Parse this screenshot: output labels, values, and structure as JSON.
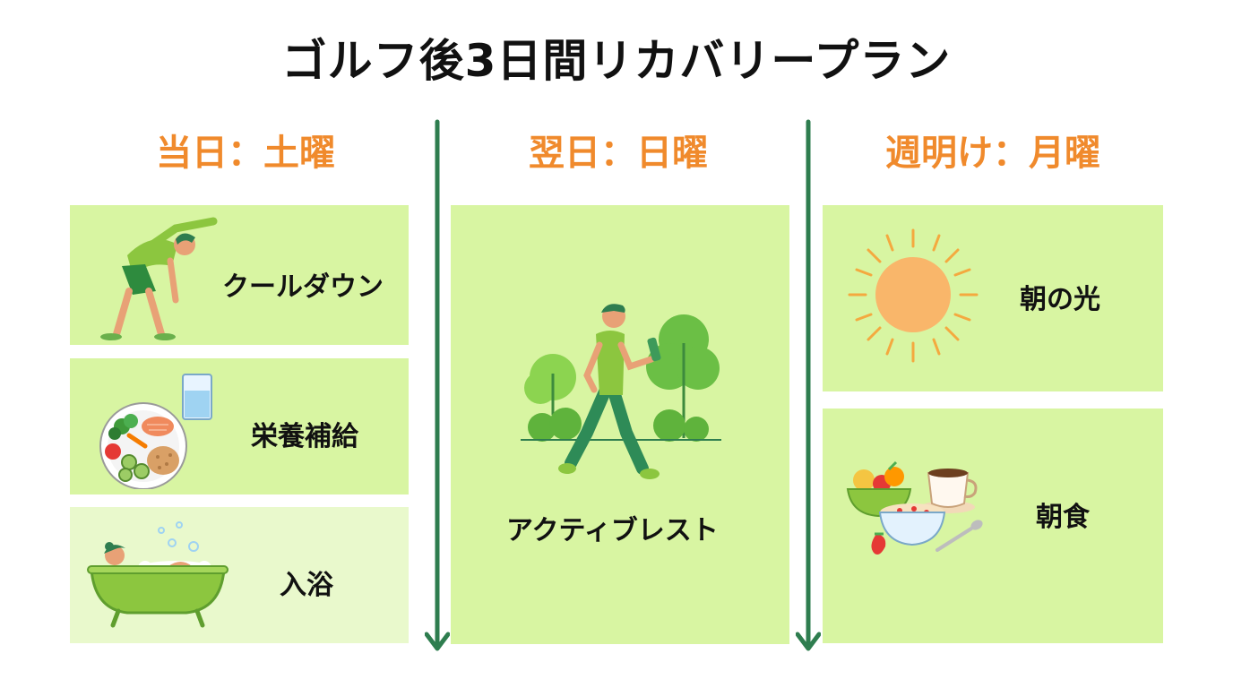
{
  "title": "ゴルフ後3日間リカバリープラン",
  "colors": {
    "accent_orange": "#f08a2c",
    "arrow_green": "#2e7d4f",
    "card_green": "#d8f5a2",
    "card_light": "#e9f9cc"
  },
  "columns": [
    {
      "heading": "当日：土曜",
      "cards": [
        {
          "label": "クールダウン",
          "icon": "stretching-person-icon"
        },
        {
          "label": "栄養補給",
          "icon": "meal-plate-and-water-icon"
        },
        {
          "label": "入浴",
          "icon": "bathtub-icon"
        }
      ]
    },
    {
      "heading": "翌日：日曜",
      "cards": [
        {
          "label": "アクティブレスト",
          "icon": "walking-person-in-park-icon"
        }
      ]
    },
    {
      "heading": "週明け：月曜",
      "cards": [
        {
          "label": "朝の光",
          "icon": "sun-icon"
        },
        {
          "label": "朝食",
          "icon": "breakfast-icon"
        }
      ]
    }
  ]
}
